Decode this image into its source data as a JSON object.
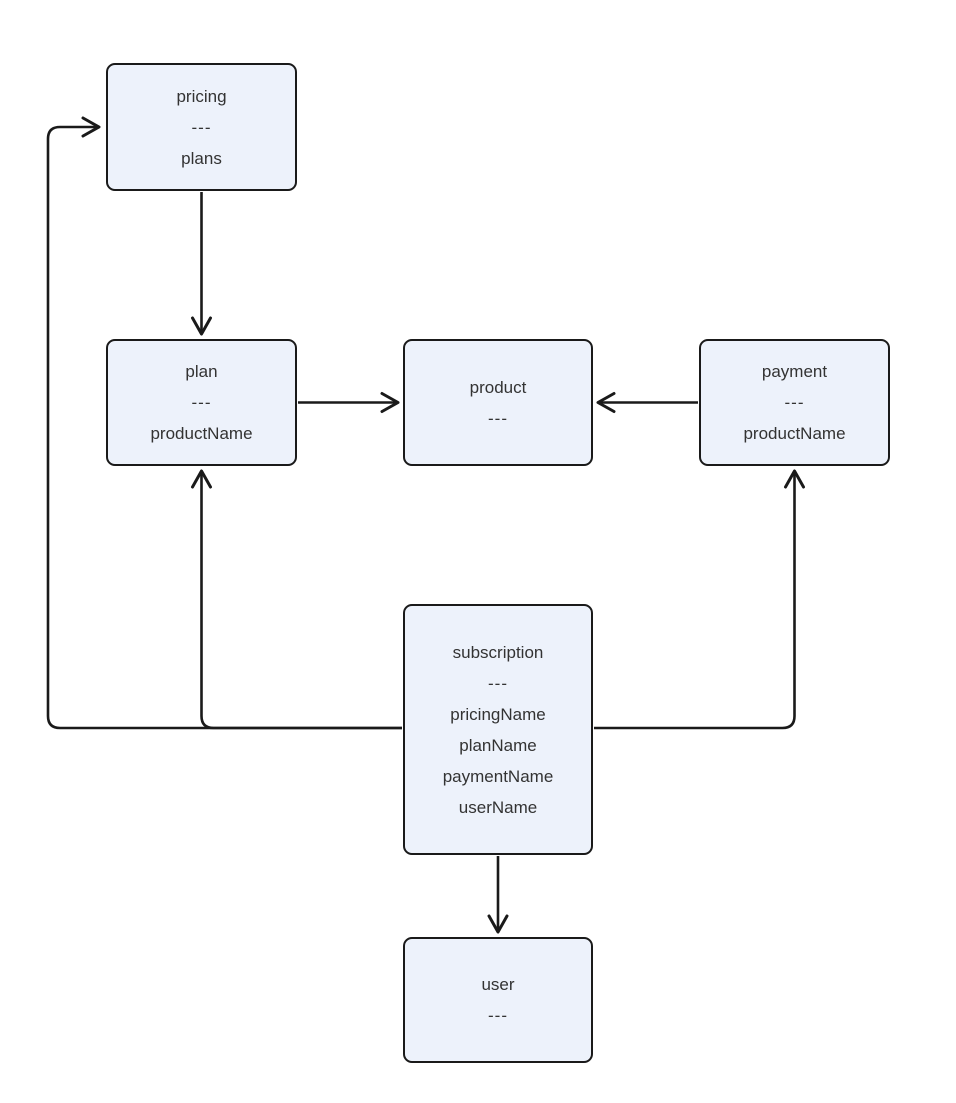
{
  "diagram": {
    "kind": "entity-flowchart",
    "colors": {
      "background": "#ffffff",
      "node_fill": "#edf2fb",
      "node_border": "#1a1a1a",
      "edge_stroke": "#1a1a1a",
      "text": "#333333"
    },
    "nodes": [
      {
        "id": "pricing",
        "title": "pricing",
        "separator": "---",
        "attributes": [
          "plans"
        ]
      },
      {
        "id": "plan",
        "title": "plan",
        "separator": "---",
        "attributes": [
          "productName"
        ]
      },
      {
        "id": "product",
        "title": "product",
        "separator": "---",
        "attributes": []
      },
      {
        "id": "payment",
        "title": "payment",
        "separator": "---",
        "attributes": [
          "productName"
        ]
      },
      {
        "id": "subscription",
        "title": "subscription",
        "separator": "---",
        "attributes": [
          "pricingName",
          "planName",
          "paymentName",
          "userName"
        ]
      },
      {
        "id": "user",
        "title": "user",
        "separator": "---",
        "attributes": []
      }
    ],
    "edges": [
      {
        "from": "pricing",
        "to": "plan"
      },
      {
        "from": "plan",
        "to": "product"
      },
      {
        "from": "payment",
        "to": "product"
      },
      {
        "from": "subscription",
        "to": "pricing"
      },
      {
        "from": "subscription",
        "to": "plan"
      },
      {
        "from": "subscription",
        "to": "payment"
      },
      {
        "from": "subscription",
        "to": "user"
      }
    ]
  }
}
